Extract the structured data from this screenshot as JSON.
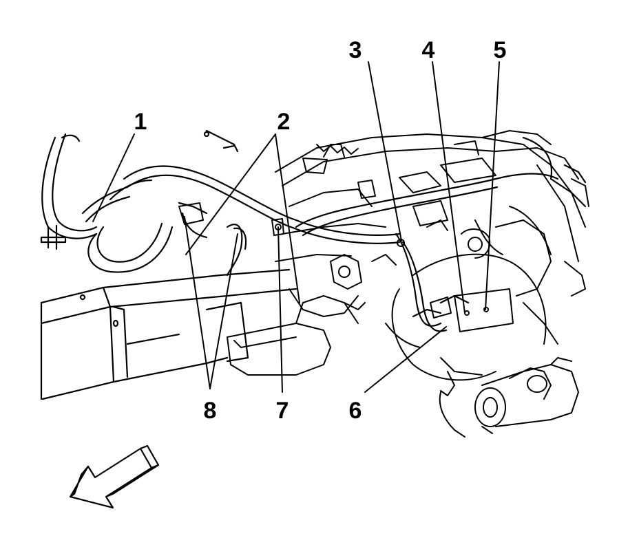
{
  "diagram": {
    "callouts": [
      "1",
      "2",
      "3",
      "4",
      "5",
      "6",
      "7",
      "8"
    ],
    "ink_color": "#000000",
    "background_color": "#ffffff",
    "direction_arrow_icon": "front-arrow-icon"
  }
}
